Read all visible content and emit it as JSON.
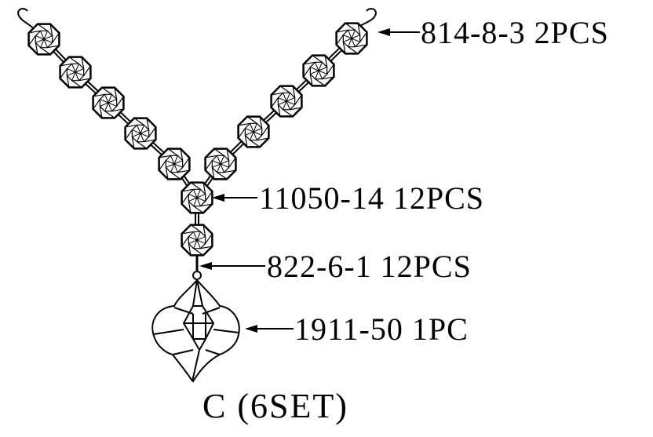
{
  "callouts": [
    {
      "part": "814-8-3",
      "qty": "2PCS",
      "label": "814-8-3 2PCS"
    },
    {
      "part": "11050-14",
      "qty": "12PCS",
      "label": "11050-14 12PCS"
    },
    {
      "part": "822-6-1",
      "qty": "12PCS",
      "label": "822-6-1 12PCS"
    },
    {
      "part": "1911-50",
      "qty": "1PC",
      "label": "1911-50 1PC"
    }
  ],
  "caption": "C (6SET)"
}
